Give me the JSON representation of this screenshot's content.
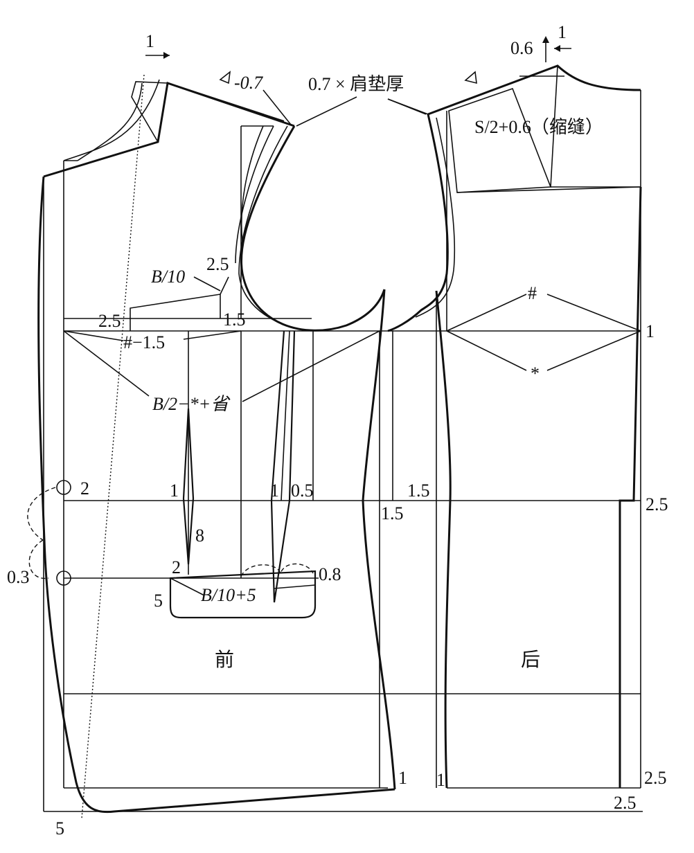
{
  "labels": {
    "arrow_top_left": "1",
    "arrow_top_right_v": "0.6",
    "arrow_top_right_h": "1",
    "shoulder_drop_front": "-0.7",
    "shoulder_pad": "0.7 × 肩垫厚",
    "back_shoulder": "S/2+0.6（缩缝）",
    "front_b10": "B/10",
    "front_25_top": "2.5",
    "front_25_left": "2.5",
    "front_15": "1.5",
    "front_hash": "#−1.5",
    "front_b2": "B/2−*+省",
    "back_hash": "#",
    "back_star": "*",
    "back_1": "1",
    "waist_2": "2",
    "dart_1a": "1",
    "dart_1b": "1",
    "dart_05": "0.5",
    "side_15a": "1.5",
    "side_15b": "1.5",
    "waist_25_right": "2.5",
    "dart_8": "8",
    "pocket_2": "2",
    "pocket_08": "0.8",
    "hip_03": "0.3",
    "pocket_5": "5",
    "pocket_formula": "B/10+5",
    "front_name": "前",
    "back_name": "后",
    "hem_1a": "1",
    "hem_1b": "1",
    "hem_25_right": "2.5",
    "hem_25_bottom": "2.5",
    "hem_5": "5"
  }
}
